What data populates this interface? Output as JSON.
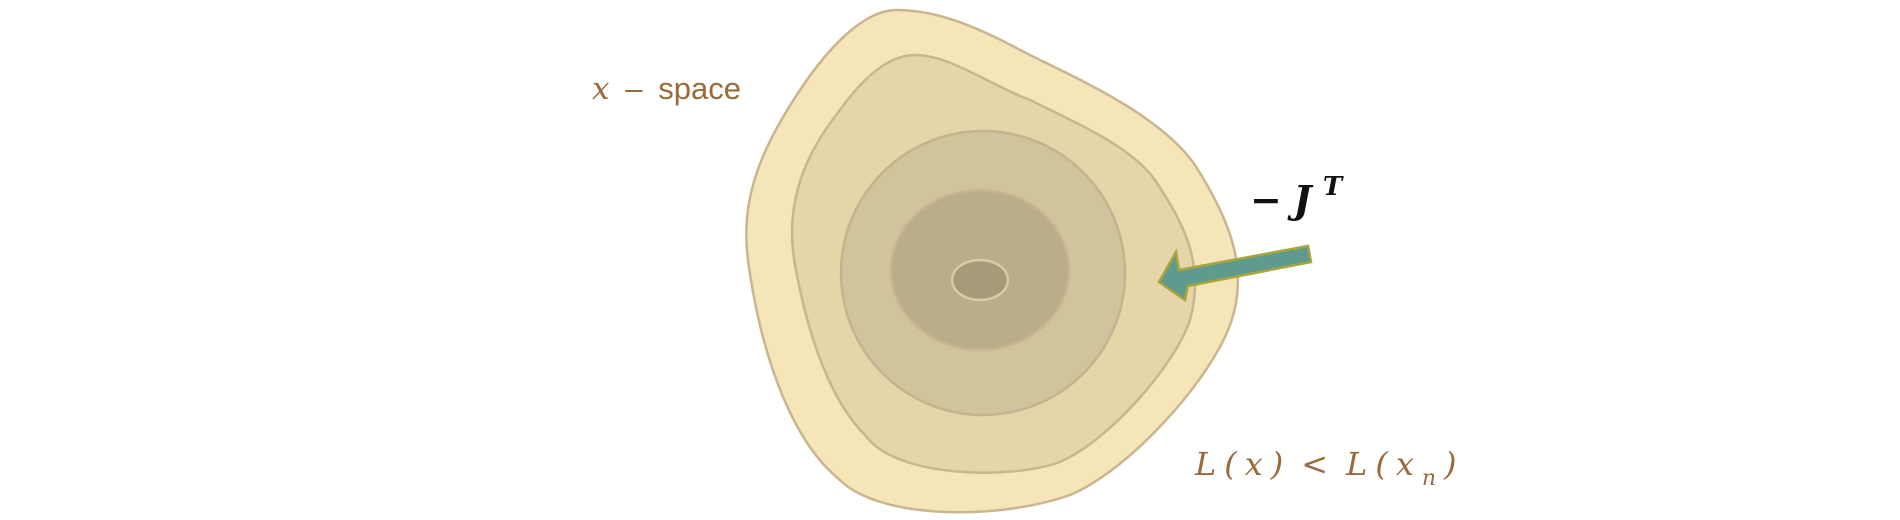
{
  "labels": {
    "space_var": "x",
    "space_dash": "–",
    "space_word": "space",
    "gradient_sign": "−",
    "gradient_var": "J",
    "gradient_sup": "T",
    "level_L1": "L",
    "level_open1": "(",
    "level_x1": "x",
    "level_close1": ")",
    "level_lt": "<",
    "level_L2": "L",
    "level_open2": "(",
    "level_x2": "x",
    "level_sub": "n",
    "level_close2": ")"
  },
  "colors": {
    "region_outer": "#f6e5b8",
    "region_2": "#e6d5a8",
    "region_3": "#d1c39c",
    "region_4": "#bcad8a",
    "region_core": "#a89a78",
    "contour_stroke": "#c9b68e",
    "arrow_fill": "#5f9a8f",
    "arrow_stroke": "#a9a43c",
    "label_brown": "#9a6a3a",
    "label_black": "#111111"
  }
}
